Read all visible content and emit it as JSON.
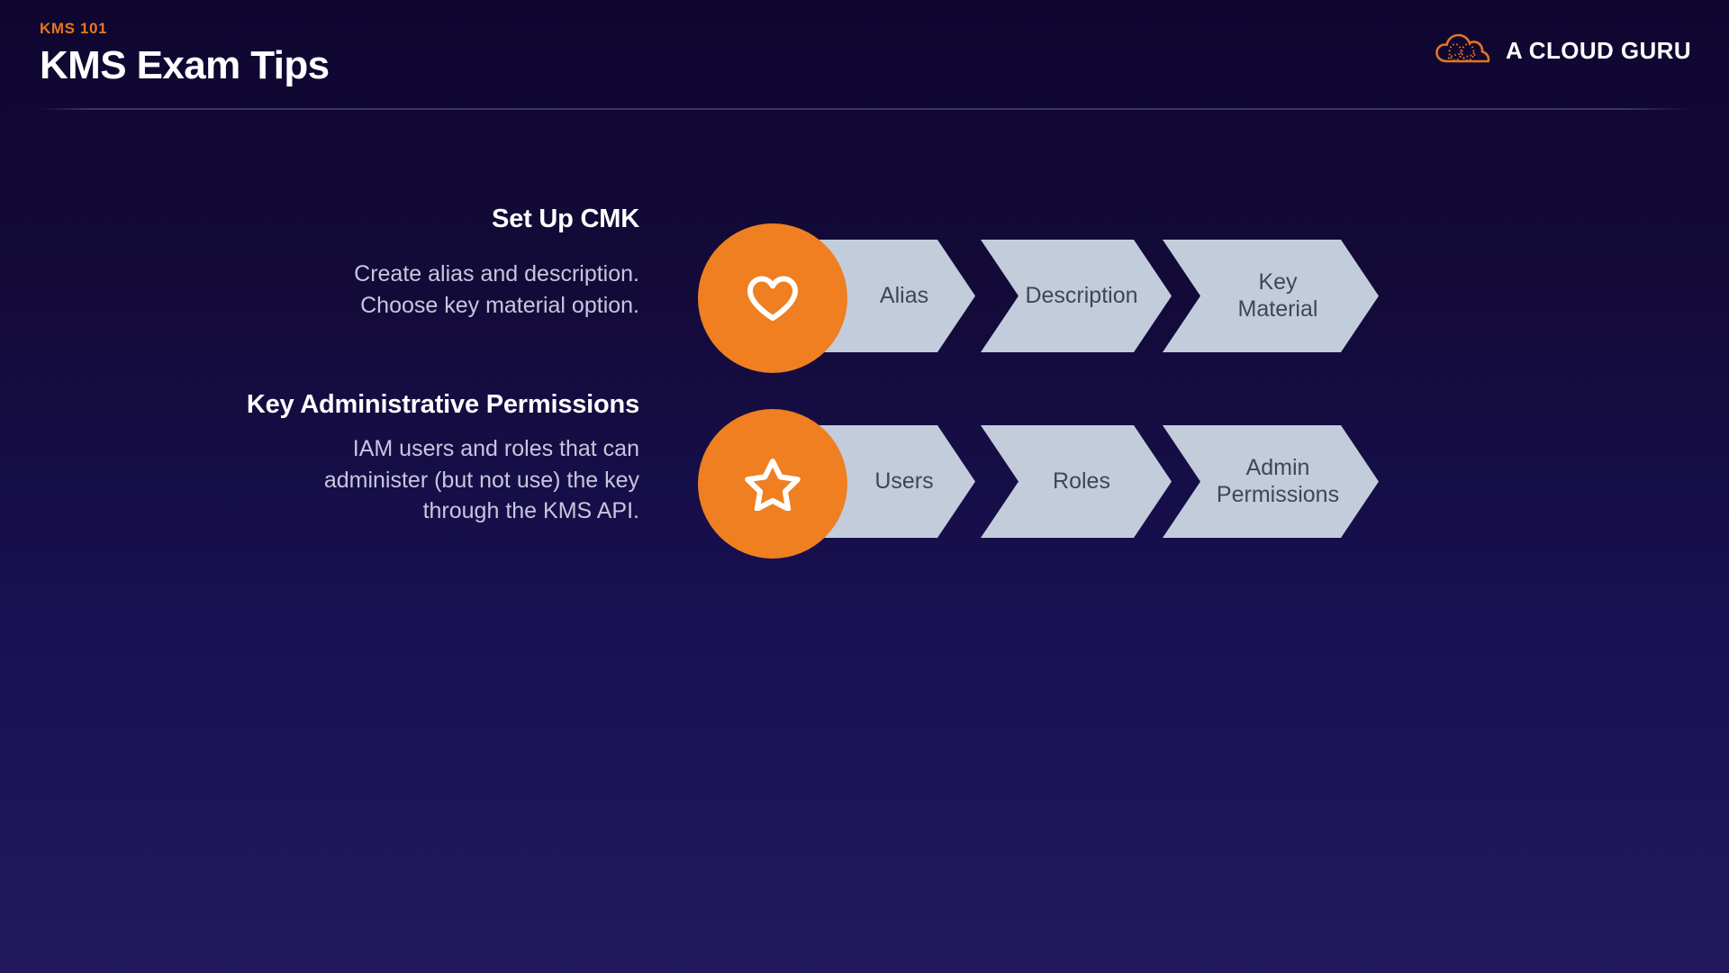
{
  "header": {
    "eyebrow": "KMS 101",
    "title": "KMS Exam Tips",
    "brand": "A CLOUD GURU",
    "brand_icon": "cloud-brain-logo",
    "brand_color": "#e3761f"
  },
  "theme": {
    "background_top": "#0f0630",
    "background_bottom": "#231a5e",
    "accent_orange": "#ef7f21",
    "chevron_fill": "#c3ccdb",
    "chevron_text": "#3f465a",
    "body_text": "#c8c6de",
    "heading_text": "#ffffff"
  },
  "rows": [
    {
      "heading": "Set Up CMK",
      "body": "Create alias and description.\nChoose key material option.",
      "icon": "heart-icon",
      "steps": [
        {
          "label": "Alias"
        },
        {
          "label": "Description"
        },
        {
          "label": "Key\nMaterial"
        }
      ]
    },
    {
      "heading": "Key Administrative Permissions",
      "body": "IAM users and roles that can\nadminister (but not use) the key\nthrough the KMS API.",
      "icon": "star-icon",
      "steps": [
        {
          "label": "Users"
        },
        {
          "label": "Roles"
        },
        {
          "label": "Admin\nPermissions"
        }
      ]
    }
  ]
}
